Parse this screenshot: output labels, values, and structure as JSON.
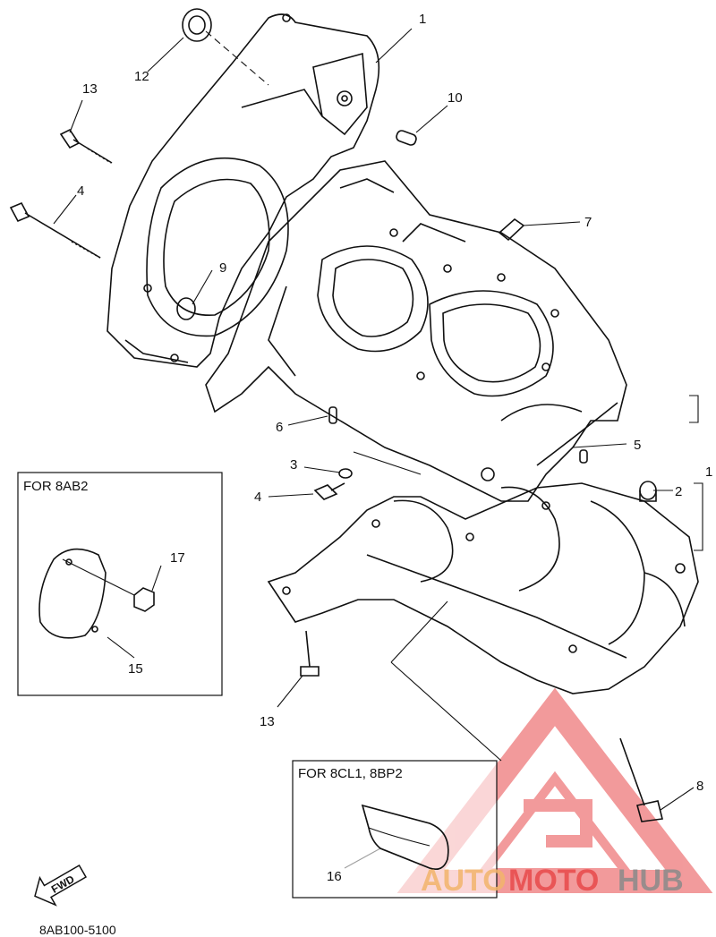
{
  "callouts": [
    {
      "id": "1",
      "text": "1"
    },
    {
      "id": "2",
      "text": "2"
    },
    {
      "id": "3",
      "text": "3"
    },
    {
      "id": "4a",
      "text": "4"
    },
    {
      "id": "4b",
      "text": "4"
    },
    {
      "id": "5",
      "text": "5"
    },
    {
      "id": "6",
      "text": "6"
    },
    {
      "id": "7",
      "text": "7"
    },
    {
      "id": "8",
      "text": "8"
    },
    {
      "id": "9",
      "text": "9"
    },
    {
      "id": "10",
      "text": "10"
    },
    {
      "id": "12",
      "text": "12"
    },
    {
      "id": "13a",
      "text": "13"
    },
    {
      "id": "13b",
      "text": "13"
    },
    {
      "id": "15",
      "text": "15"
    },
    {
      "id": "16",
      "text": "16"
    },
    {
      "id": "17",
      "text": "17"
    },
    {
      "id": "1b",
      "text": "1"
    }
  ],
  "boxes": {
    "box_8ab2": {
      "label": "FOR 8AB2"
    },
    "box_8cl1": {
      "label": "FOR 8CL1, 8BP2"
    }
  },
  "direction_arrow": {
    "label": "FWD"
  },
  "diagram_code": "8AB100-5100",
  "watermark": {
    "part1": "AUTO",
    "part2": "MOTO",
    "part3": "HUB",
    "color_accent": "#e8494b",
    "color_light": "#f2b46b",
    "color_gray": "#8a8a8a"
  }
}
